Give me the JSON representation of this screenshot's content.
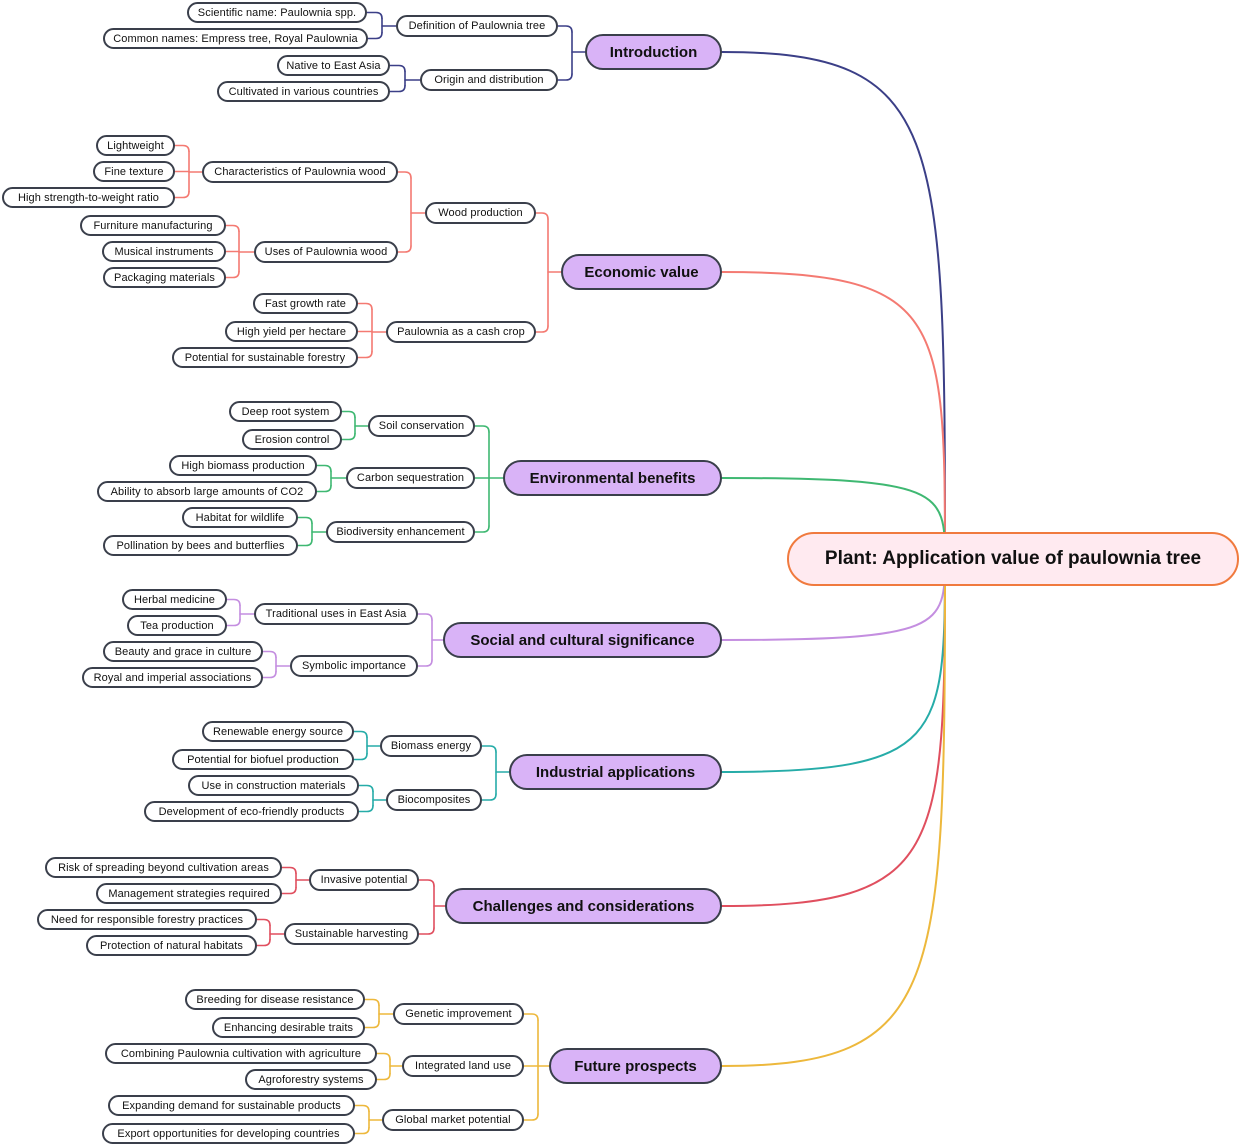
{
  "root": {
    "label": "Plant: Application value of paulownia tree",
    "color": "#f07a3e"
  },
  "branches": [
    {
      "label": "Introduction",
      "color": "#3b3f87",
      "children": [
        {
          "label": "Definition of Paulownia tree",
          "children": [
            {
              "label": "Scientific name: Paulownia spp."
            },
            {
              "label": "Common names: Empress tree, Royal Paulownia"
            }
          ]
        },
        {
          "label": "Origin and distribution",
          "children": [
            {
              "label": "Native to East Asia"
            },
            {
              "label": "Cultivated in various countries"
            }
          ]
        }
      ]
    },
    {
      "label": "Economic value",
      "color": "#f47a72",
      "children": [
        {
          "label": "Wood production",
          "children": [
            {
              "label": "Characteristics of Paulownia wood",
              "children": [
                {
                  "label": "Lightweight"
                },
                {
                  "label": "Fine texture"
                },
                {
                  "label": "High strength-to-weight ratio"
                }
              ]
            },
            {
              "label": "Uses of Paulownia wood",
              "children": [
                {
                  "label": "Furniture manufacturing"
                },
                {
                  "label": "Musical instruments"
                },
                {
                  "label": "Packaging materials"
                }
              ]
            }
          ]
        },
        {
          "label": "Paulownia as a cash crop",
          "children": [
            {
              "label": "Fast growth rate"
            },
            {
              "label": "High yield per hectare"
            },
            {
              "label": "Potential for sustainable forestry"
            }
          ]
        }
      ]
    },
    {
      "label": "Environmental benefits",
      "color": "#3fb872",
      "children": [
        {
          "label": "Soil conservation",
          "children": [
            {
              "label": "Deep root system"
            },
            {
              "label": "Erosion control"
            }
          ]
        },
        {
          "label": "Carbon sequestration",
          "children": [
            {
              "label": "High biomass production"
            },
            {
              "label": "Ability to absorb large amounts of CO2"
            }
          ]
        },
        {
          "label": "Biodiversity enhancement",
          "children": [
            {
              "label": "Habitat for wildlife"
            },
            {
              "label": "Pollination by bees and butterflies"
            }
          ]
        }
      ]
    },
    {
      "label": "Social and cultural significance",
      "color": "#c48ee0",
      "children": [
        {
          "label": "Traditional uses in East Asia",
          "children": [
            {
              "label": "Herbal medicine"
            },
            {
              "label": "Tea production"
            }
          ]
        },
        {
          "label": "Symbolic importance",
          "children": [
            {
              "label": "Beauty and grace in culture"
            },
            {
              "label": "Royal and imperial associations"
            }
          ]
        }
      ]
    },
    {
      "label": "Industrial applications",
      "color": "#26aca8",
      "children": [
        {
          "label": "Biomass energy",
          "children": [
            {
              "label": "Renewable energy source"
            },
            {
              "label": "Potential for biofuel production"
            }
          ]
        },
        {
          "label": "Biocomposites",
          "children": [
            {
              "label": "Use in construction materials"
            },
            {
              "label": "Development of eco-friendly products"
            }
          ]
        }
      ]
    },
    {
      "label": "Challenges and considerations",
      "color": "#e04f5f",
      "children": [
        {
          "label": "Invasive potential",
          "children": [
            {
              "label": "Risk of spreading beyond cultivation areas"
            },
            {
              "label": "Management strategies required"
            }
          ]
        },
        {
          "label": "Sustainable harvesting",
          "children": [
            {
              "label": "Need for responsible forestry practices"
            },
            {
              "label": "Protection of natural habitats"
            }
          ]
        }
      ]
    },
    {
      "label": "Future prospects",
      "color": "#edb83c",
      "children": [
        {
          "label": "Genetic improvement",
          "children": [
            {
              "label": "Breeding for disease resistance"
            },
            {
              "label": "Enhancing desirable traits"
            }
          ]
        },
        {
          "label": "Integrated land use",
          "children": [
            {
              "label": "Combining Paulownia cultivation with agriculture"
            },
            {
              "label": "Agroforestry systems"
            }
          ]
        },
        {
          "label": "Global market potential",
          "children": [
            {
              "label": "Expanding demand for sustainable products"
            },
            {
              "label": "Export opportunities for developing countries"
            }
          ]
        }
      ]
    }
  ]
}
